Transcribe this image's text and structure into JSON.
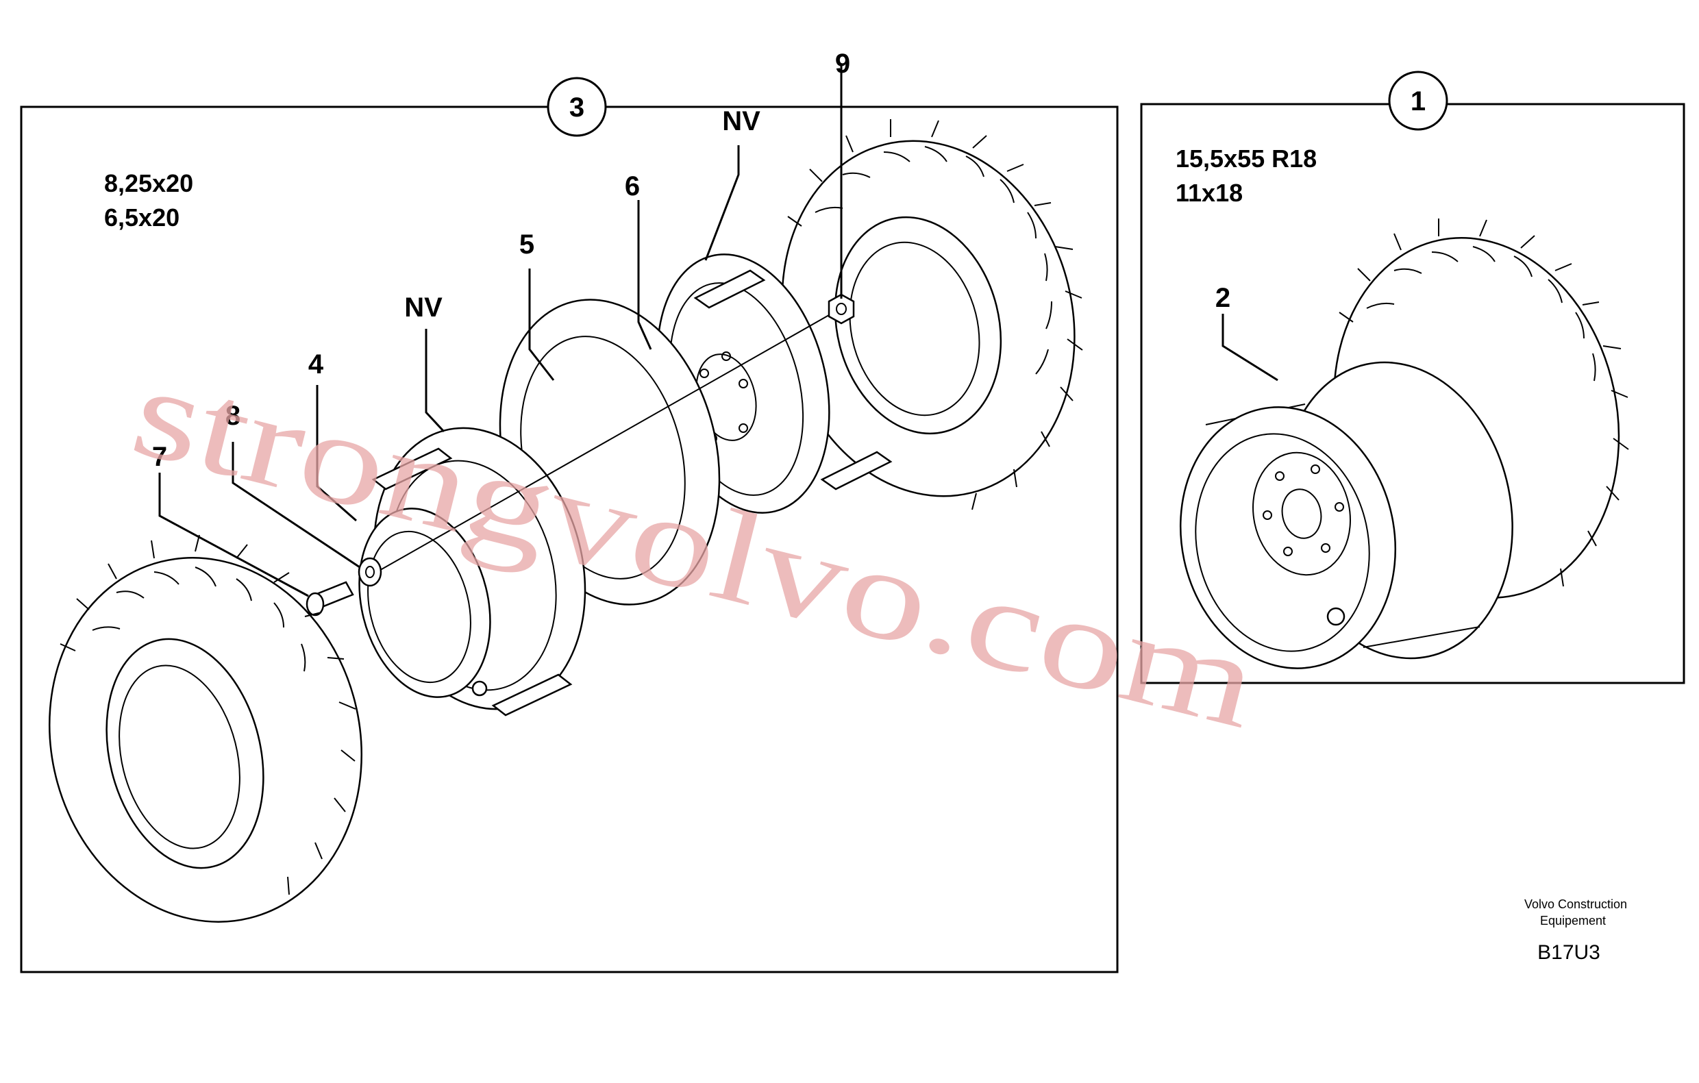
{
  "views": {
    "left": {
      "badge": "3",
      "spec_lines": [
        "8,25x20",
        "6,5x20"
      ]
    },
    "right": {
      "badge": "1",
      "spec_lines": [
        "15,5x55 R18",
        "11x18"
      ]
    }
  },
  "callouts": {
    "c2": "2",
    "c4": "4",
    "c5": "5",
    "c6": "6",
    "c7": "7",
    "c8": "8",
    "c9": "9",
    "nv_upper": "NV",
    "nv_lower": "NV"
  },
  "footer": {
    "company_line1": "Volvo Construction",
    "company_line2": "Equipement",
    "code": "B17U3"
  },
  "watermark": "strongvolvo.com"
}
